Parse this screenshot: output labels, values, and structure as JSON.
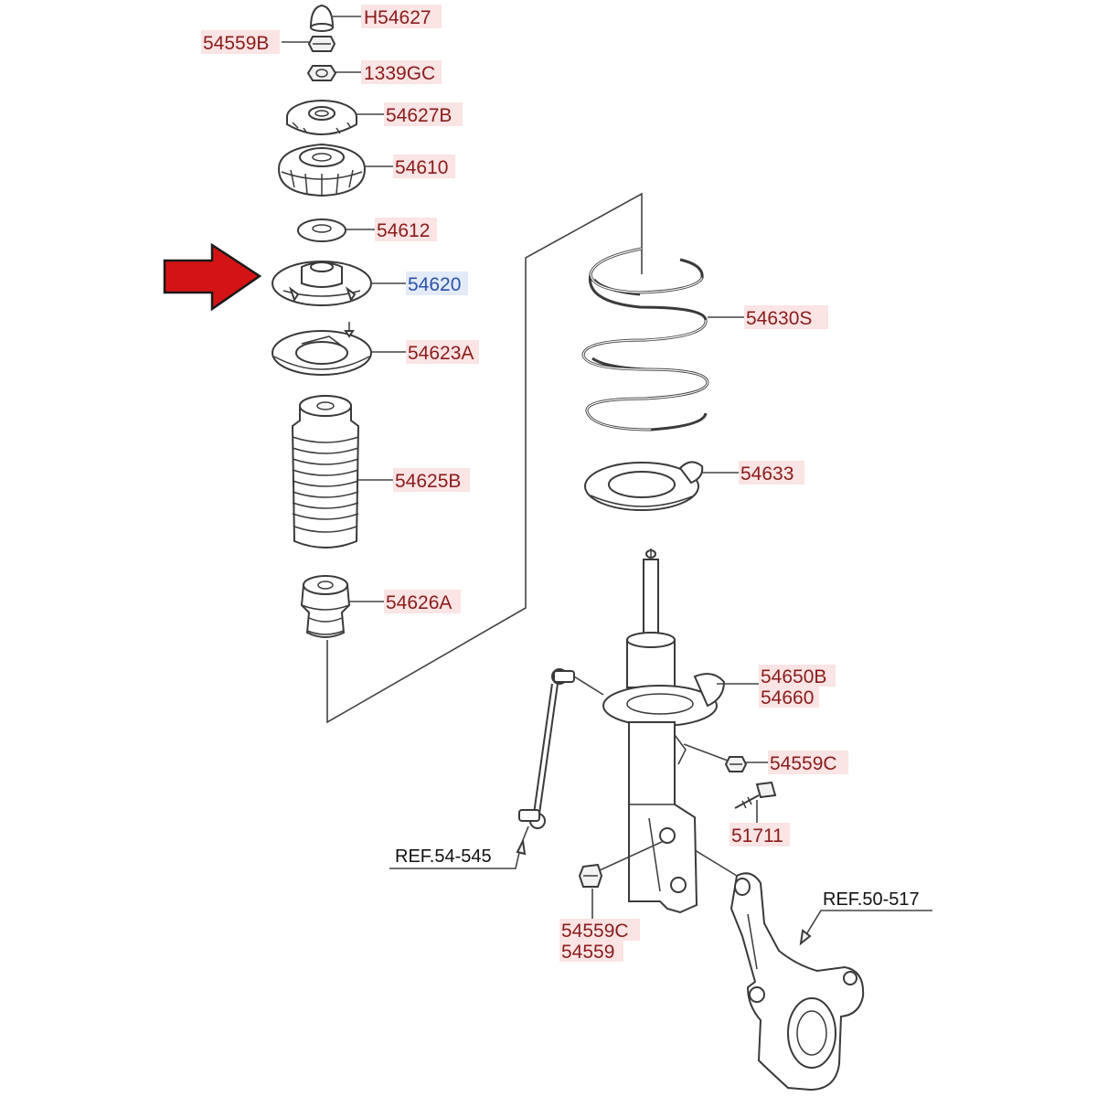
{
  "highlight_color": "#d41414",
  "label_color": "#8a1c1c",
  "highlight_label_color": "#2a52a6",
  "parts": {
    "bump_stop_cap": "H54627",
    "nut_top": "54559B",
    "nut_lock": "1339GC",
    "bearing_cap": "54627B",
    "insulator_mount": "54610",
    "washer": "54612",
    "spring_seat_upper": "54620",
    "spring_pad_upper": "54623A",
    "dust_cover": "54625B",
    "bumper": "54626A",
    "coil_spring": "54630S",
    "spring_pad_lower": "54633",
    "strut_assy_a": "54650B",
    "strut_assy_b": "54660",
    "nut_bracket": "54559C",
    "bolt": "51711",
    "nut_lower_a": "54559C",
    "nut_lower_b": "54559"
  },
  "references": {
    "stabilizer_link": "REF.54-545",
    "knuckle": "REF.50-517"
  },
  "selected_part_icon": "red-arrow-pointer"
}
